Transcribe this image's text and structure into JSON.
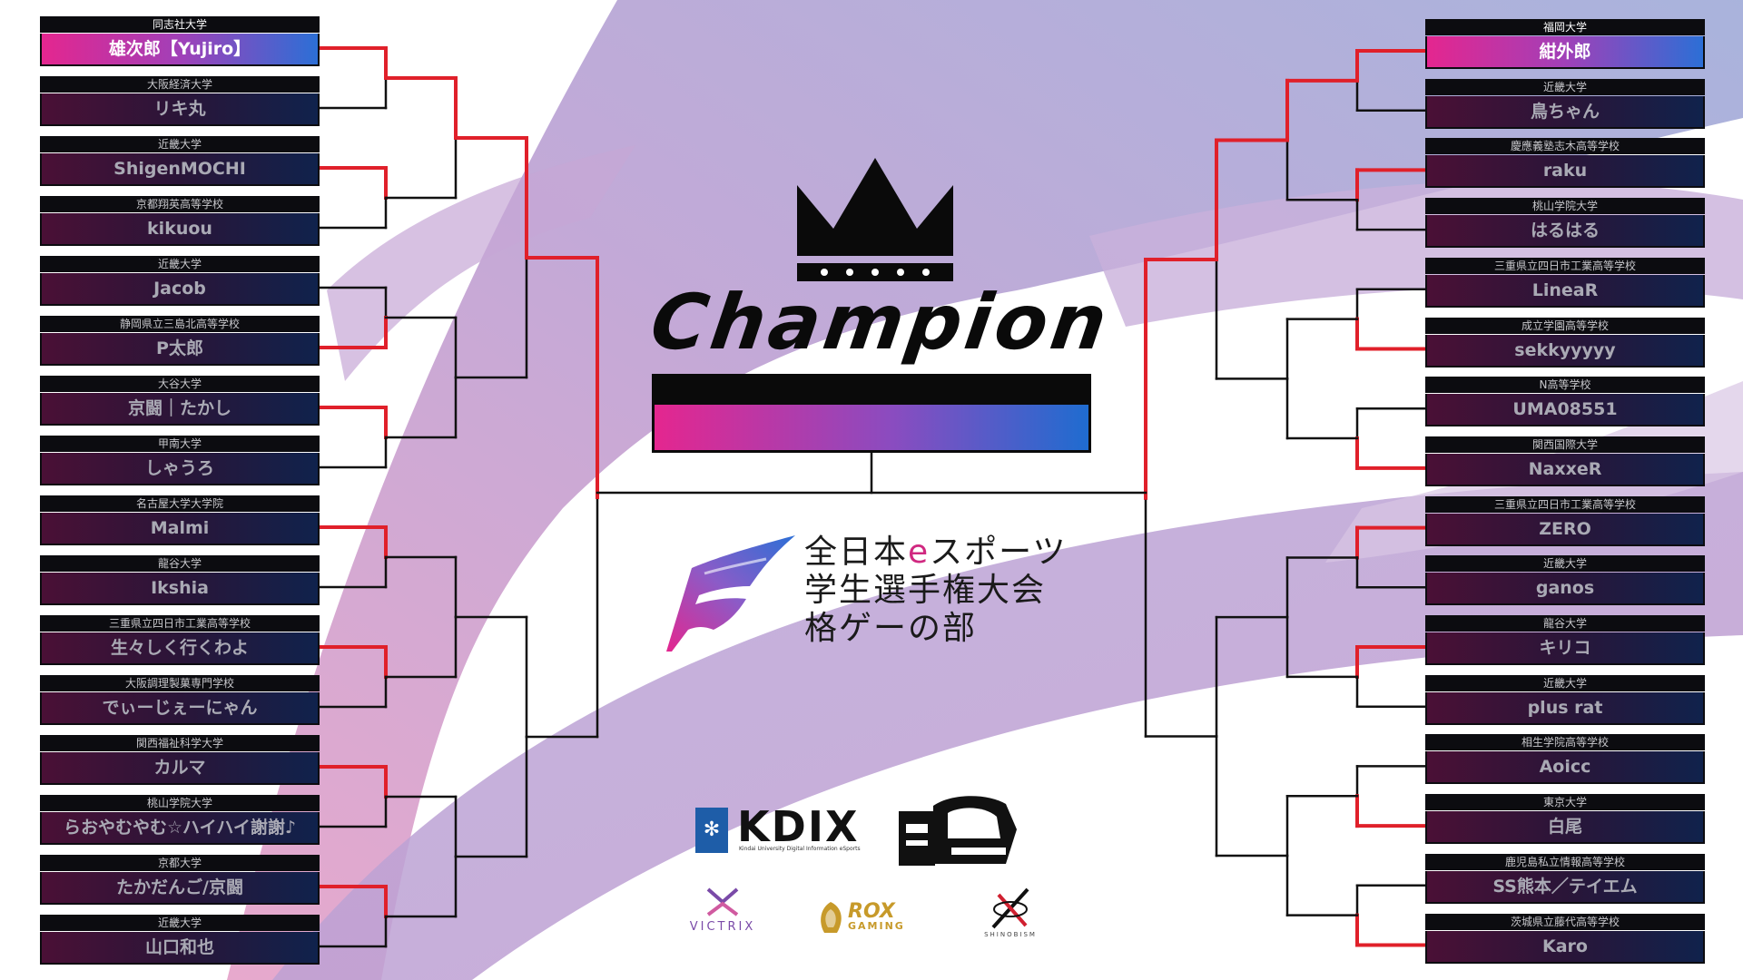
{
  "champion": {
    "title": "Champion",
    "name": ""
  },
  "event": {
    "line1_a": "全日本",
    "line1_e": "e",
    "line1_b": "スポーツ",
    "line2": "学生選手権大会",
    "line3": "格ゲーの部"
  },
  "sponsors": {
    "kdix": "KDIX",
    "kdix_sub": "Kindai University Digital Information eSports",
    "victrix": "VICTRIX",
    "rox": "ROX",
    "rox_sub": "GAMING",
    "shinobism": "SHINOBISM"
  },
  "colors": {
    "winner_start": "#e4268f",
    "winner_end": "#2c6fd6",
    "advance_line": "#e0202a",
    "line": "#111111"
  },
  "left": [
    {
      "school": "同志社大学",
      "player": "雄次郎【Yujiro】",
      "winner": true
    },
    {
      "school": "大阪経済大学",
      "player": "リキ丸",
      "winner": false
    },
    {
      "school": "近畿大学",
      "player": "ShigenMOCHI",
      "winner": false
    },
    {
      "school": "京都翔英高等学校",
      "player": "kikuou",
      "winner": false
    },
    {
      "school": "近畿大学",
      "player": "Jacob",
      "winner": false
    },
    {
      "school": "静岡県立三島北高等学校",
      "player": "P太郎",
      "winner": false
    },
    {
      "school": "大谷大学",
      "player": "京闘｜たかし",
      "winner": false
    },
    {
      "school": "甲南大学",
      "player": "しゃうろ",
      "winner": false
    },
    {
      "school": "名古屋大学大学院",
      "player": "Malmi",
      "winner": false
    },
    {
      "school": "龍谷大学",
      "player": "Ikshia",
      "winner": false
    },
    {
      "school": "三重県立四日市工業高等学校",
      "player": "生々しく行くわよ",
      "winner": false
    },
    {
      "school": "大阪調理製菓専門学校",
      "player": "でぃーじぇーにゃん",
      "winner": false
    },
    {
      "school": "関西福祉科学大学",
      "player": "カルマ",
      "winner": false
    },
    {
      "school": "桃山学院大学",
      "player": "らおやむやむ☆ハイハイ謝謝♪",
      "winner": false
    },
    {
      "school": "京都大学",
      "player": "たかだんご/京闘",
      "winner": false
    },
    {
      "school": "近畿大学",
      "player": "山口和也",
      "winner": false
    }
  ],
  "right": [
    {
      "school": "福岡大学",
      "player": "紺外郎",
      "winner": true
    },
    {
      "school": "近畿大学",
      "player": "鳥ちゃん",
      "winner": false
    },
    {
      "school": "慶應義塾志木高等学校",
      "player": "raku",
      "winner": false
    },
    {
      "school": "桃山学院大学",
      "player": "はるはる",
      "winner": false
    },
    {
      "school": "三重県立四日市工業高等学校",
      "player": "LineaR",
      "winner": false
    },
    {
      "school": "成立学園高等学校",
      "player": "sekkyyyyy",
      "winner": false
    },
    {
      "school": "N高等学校",
      "player": "UMA08551",
      "winner": false
    },
    {
      "school": "関西国際大学",
      "player": "NaxxeR",
      "winner": false
    },
    {
      "school": "三重県立四日市工業高等学校",
      "player": "ZERO",
      "winner": false
    },
    {
      "school": "近畿大学",
      "player": "ganos",
      "winner": false
    },
    {
      "school": "龍谷大学",
      "player": "キリコ",
      "winner": false
    },
    {
      "school": "近畿大学",
      "player": "plus rat",
      "winner": false
    },
    {
      "school": "相生学院高等学校",
      "player": "Aoicc",
      "winner": false
    },
    {
      "school": "東京大学",
      "player": "白尾",
      "winner": false
    },
    {
      "school": "鹿児島私立情報高等学校",
      "player": "SS熊本／テイエム",
      "winner": false
    },
    {
      "school": "茨城県立藤代高等学校",
      "player": "Karo",
      "winner": false
    }
  ],
  "bracket": {
    "left": {
      "r1_winners": [
        0,
        2,
        5,
        6,
        8,
        10,
        12,
        14
      ],
      "r2_winners": [
        0,
        1,
        2,
        3
      ],
      "r3_winners": [
        0,
        1
      ],
      "r4_winner": 0
    },
    "right": {
      "r1_winners": [
        0,
        2,
        5,
        7,
        8,
        10,
        13,
        15
      ],
      "r2_winners": [
        0,
        1,
        2,
        3
      ],
      "r3_winners": [
        0,
        1
      ],
      "r4_winner": 0
    }
  }
}
